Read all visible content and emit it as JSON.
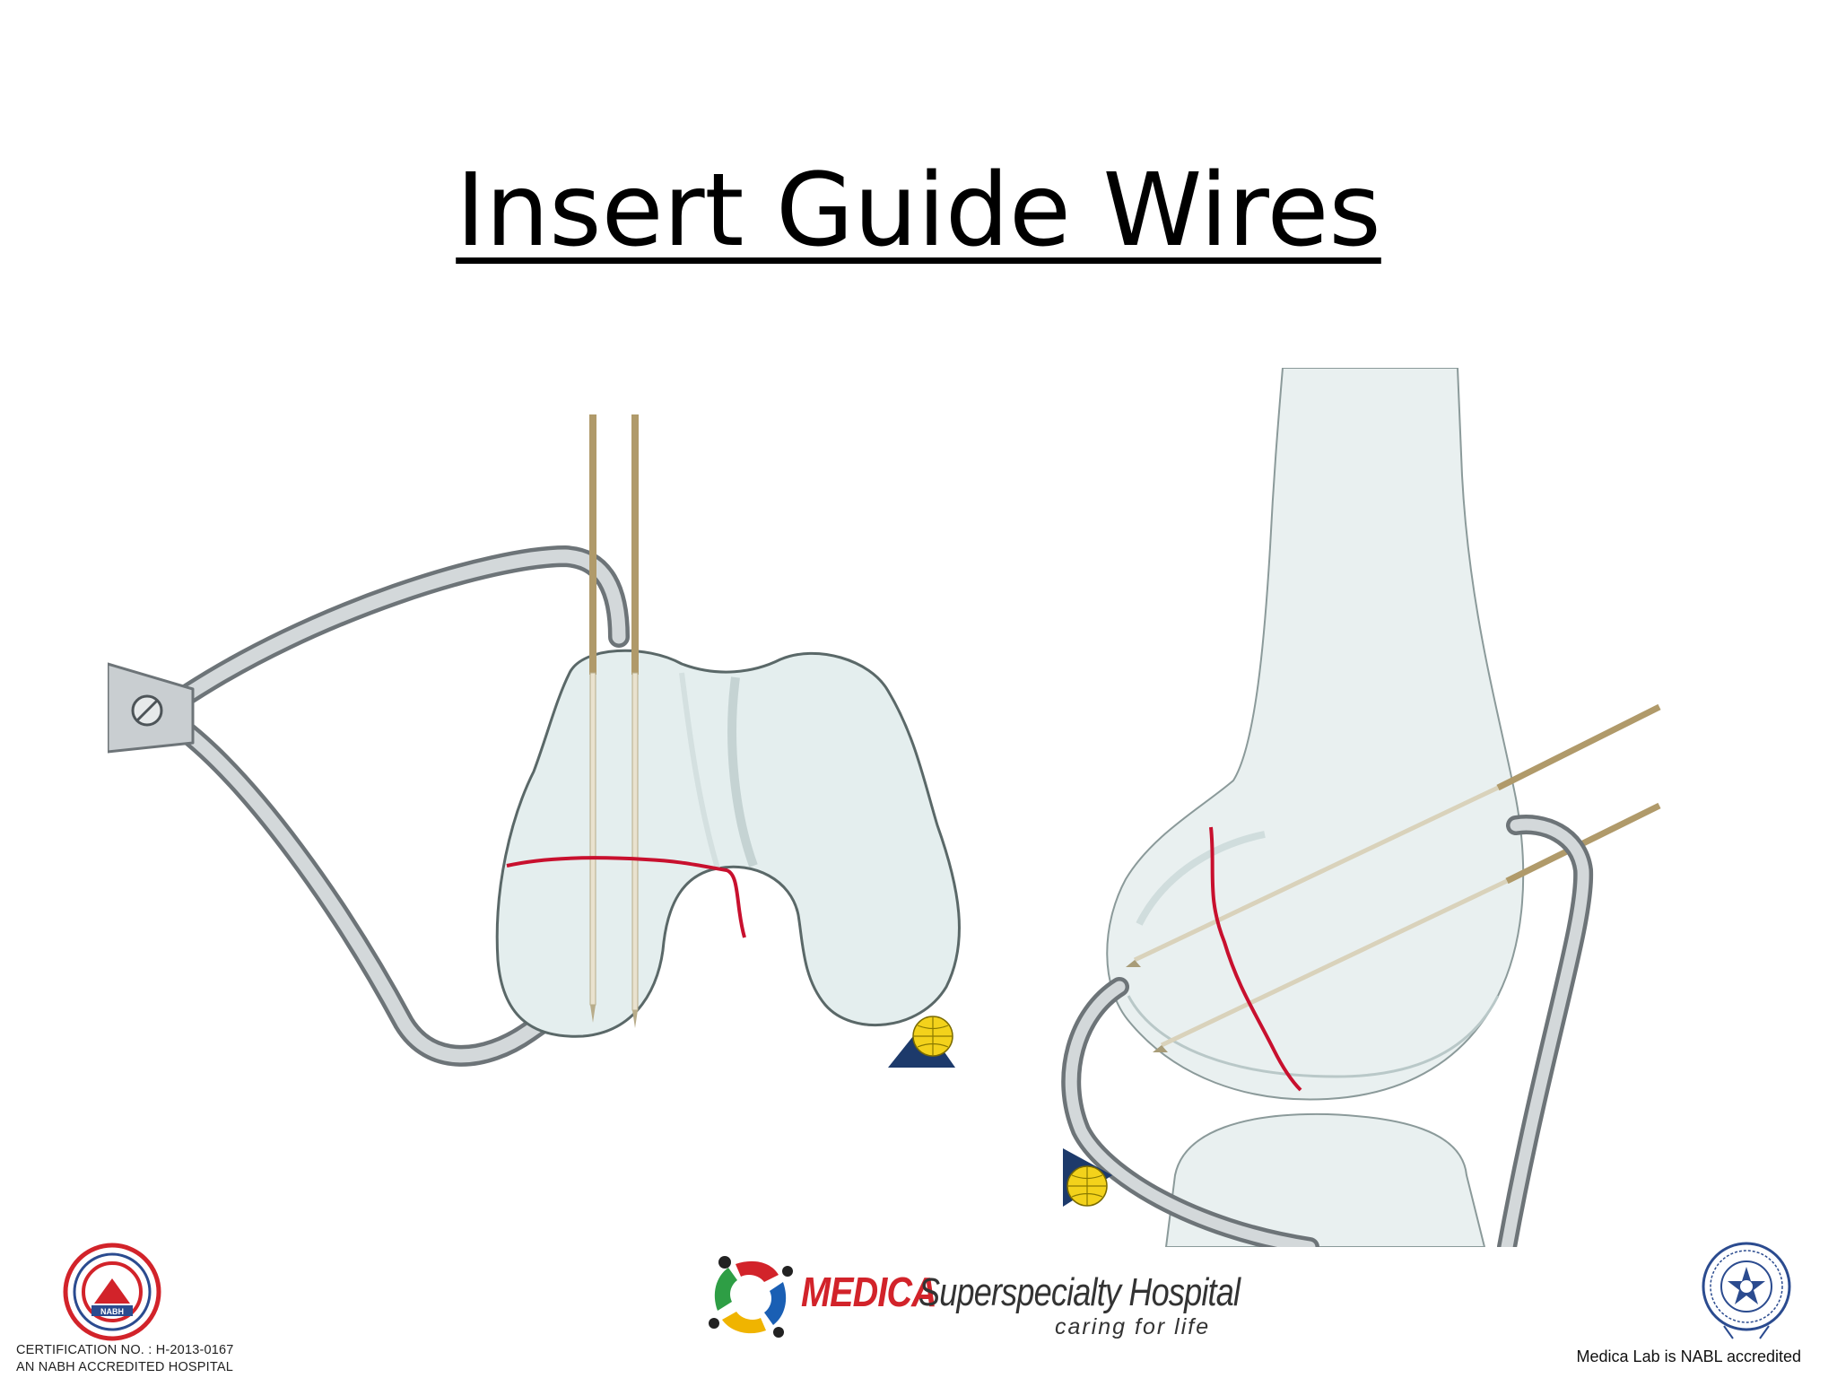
{
  "slide": {
    "title": "Insert Guide Wires"
  },
  "footer": {
    "certification_line": "CERTIFICATION NO. : H-2013-0167",
    "accreditation_line": "AN NABH ACCREDITED HOSPITAL",
    "nabh_seal_text": "NABH",
    "brand_name": "MEDICA",
    "brand_rest": "Superspecialty Hospital",
    "brand_tagline": "caring for life",
    "nabl_note": "Medica Lab is NABL accredited"
  },
  "colors": {
    "title": "#000000",
    "fracture_line": "#c8102e",
    "bone_fill": "#e4eeee",
    "bone_outline": "#5a6868",
    "guide_wire": "#b09a6a",
    "clamp_metal": "#b7bcbf",
    "brand_red": "#d2232a"
  },
  "icons": [
    "nabh-seal-icon",
    "medica-logo-icon",
    "nabl-seal-icon",
    "ao-logo-icon"
  ]
}
